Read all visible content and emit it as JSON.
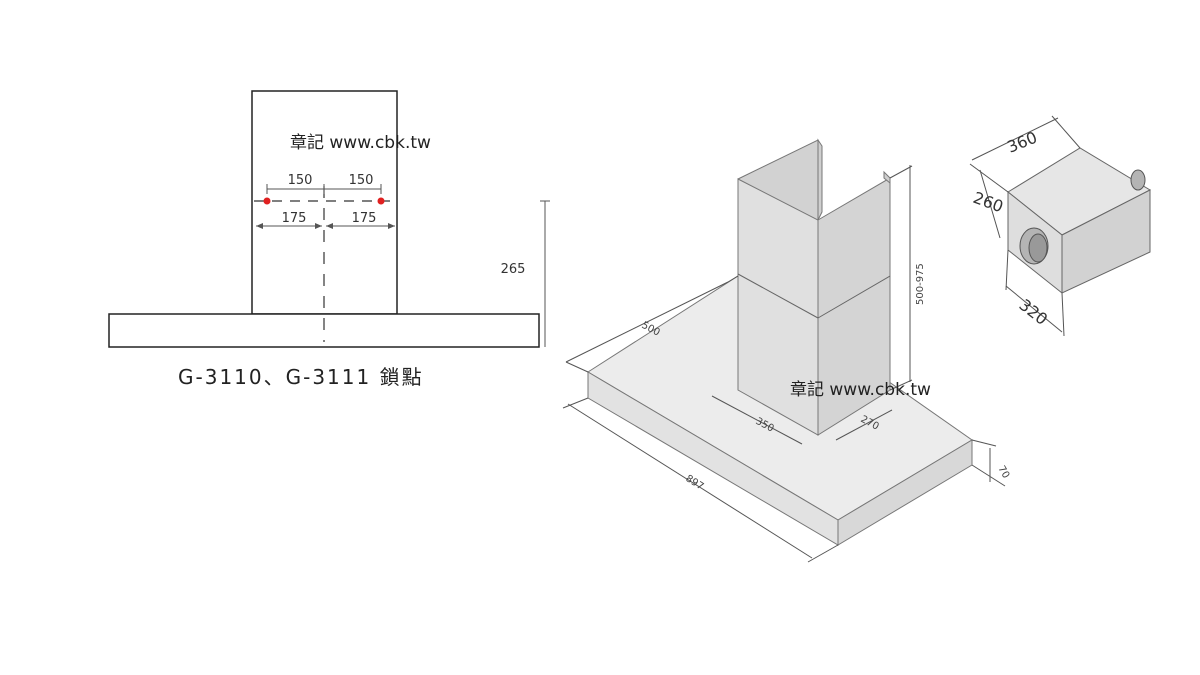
{
  "front_view": {
    "watermark": "章記 www.cbk.tw",
    "dim_left_upper": "150",
    "dim_right_upper": "150",
    "dim_left_lower": "175",
    "dim_right_lower": "175",
    "dim_height": "265",
    "caption": "G-3110、G-3111 鎖點",
    "marker_color": "#e02020"
  },
  "iso_view": {
    "watermark": "章記 www.cbk.tw",
    "dim_depth": "500",
    "dim_width": "897",
    "dim_chimney_width": "350",
    "dim_chimney_depth": "270",
    "dim_height_range": "500-975",
    "dim_body_height": "70"
  },
  "motor_view": {
    "dim_length": "360",
    "dim_height": "260",
    "dim_width": "320"
  }
}
